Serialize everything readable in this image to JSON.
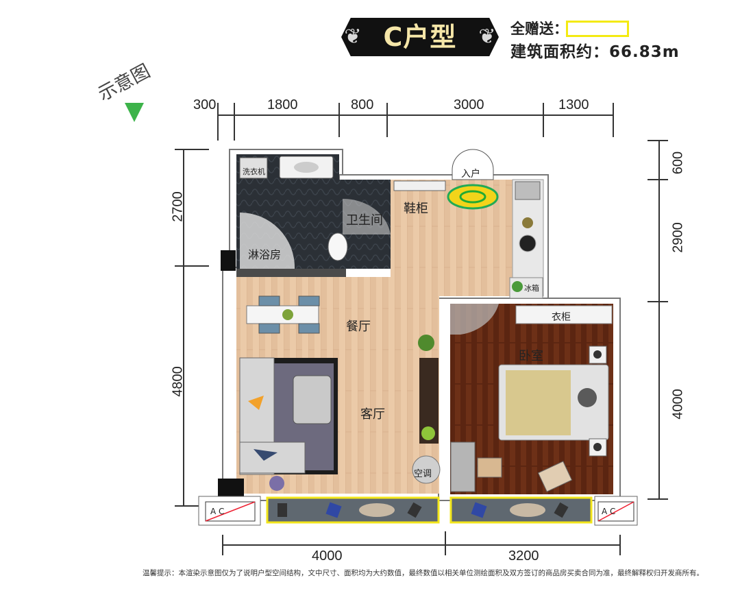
{
  "header": {
    "title": "C户型",
    "gift_label": "全赠送：",
    "area_label": "建筑面积约：66.83m"
  },
  "sketch_label": "示意图",
  "dimensions": {
    "top": [
      "300",
      "1800",
      "800",
      "3000",
      "1300"
    ],
    "bottom": [
      "4000",
      "3200"
    ],
    "left": [
      "2700",
      "4800"
    ],
    "right": [
      "600",
      "2900",
      "4000"
    ]
  },
  "rooms": {
    "washer": "洗衣机",
    "bathroom": "卫生间",
    "shower": "淋浴房",
    "entrance": "入户",
    "shoe_cabinet": "鞋柜",
    "fridge": "冰箱",
    "dining": "餐厅",
    "living": "客厅",
    "ac": "空调",
    "wardrobe": "衣柜",
    "bedroom": "卧室",
    "stove": "灶台",
    "ac_unit_left": "A  C",
    "ac_unit_right": "A  C"
  },
  "footer": "温馨提示：本渲染示意图仅为了说明户型空间结构，文中尺寸、面积均为大约数值，最终数值以相关单位测绘面积及双方签订的商品房买卖合同为准，最终解释权归开发商所有。",
  "colors": {
    "wood_floor": "#e9c7a6",
    "bedroom_floor": "#6b2f16",
    "bathroom_floor": "#2a2e33",
    "balcony_yellow": "#f2e51a",
    "marker_green": "#3db34a"
  }
}
